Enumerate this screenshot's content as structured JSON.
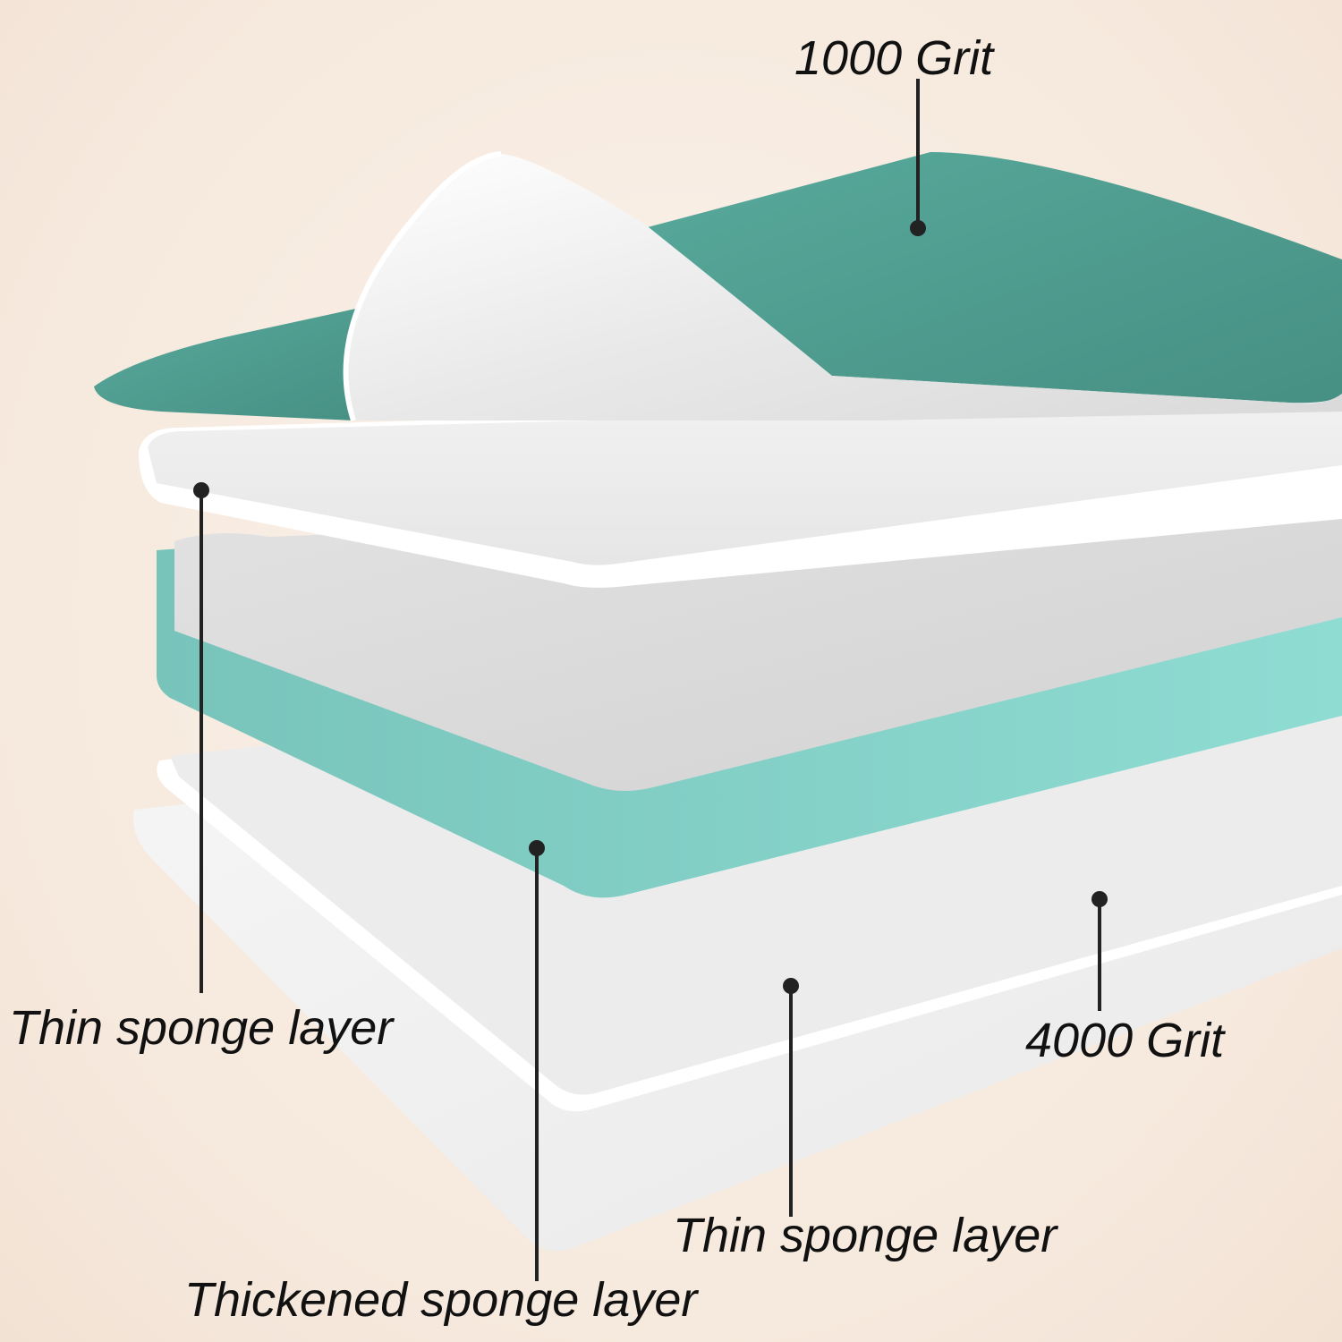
{
  "labels": {
    "grit_top": "1000 Grit",
    "thin_sponge_top": "Thin sponge layer",
    "grit_bottom": "4000 Grit",
    "thin_sponge_bottom": "Thin sponge layer",
    "thick_sponge": "Thickened sponge layer"
  },
  "colors": {
    "grit_green": "#4e9f92",
    "sponge_teal": "#86d6cc",
    "sponge_white": "#f3f3f3",
    "background": "#f7ebe0",
    "leader_line": "#222222"
  }
}
